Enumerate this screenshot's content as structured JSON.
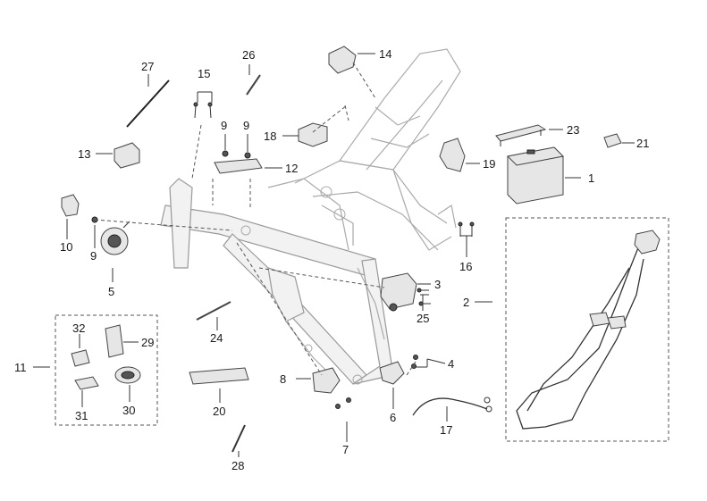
{
  "callouts": {
    "c1": "1",
    "c2": "2",
    "c3": "3",
    "c4": "4",
    "c5": "5",
    "c6": "6",
    "c7": "7",
    "c8": "8",
    "c9a": "9",
    "c9b": "9",
    "c9c": "9",
    "c10": "10",
    "c11": "11",
    "c12": "12",
    "c13": "13",
    "c14": "14",
    "c15": "15",
    "c16": "16",
    "c17": "17",
    "c18": "18",
    "c19": "19",
    "c20": "20",
    "c21": "21",
    "c23": "23",
    "c24": "24",
    "c25": "25",
    "c26": "26",
    "c27": "27",
    "c28": "28",
    "c29": "29",
    "c30": "30",
    "c31": "31",
    "c32": "32"
  }
}
